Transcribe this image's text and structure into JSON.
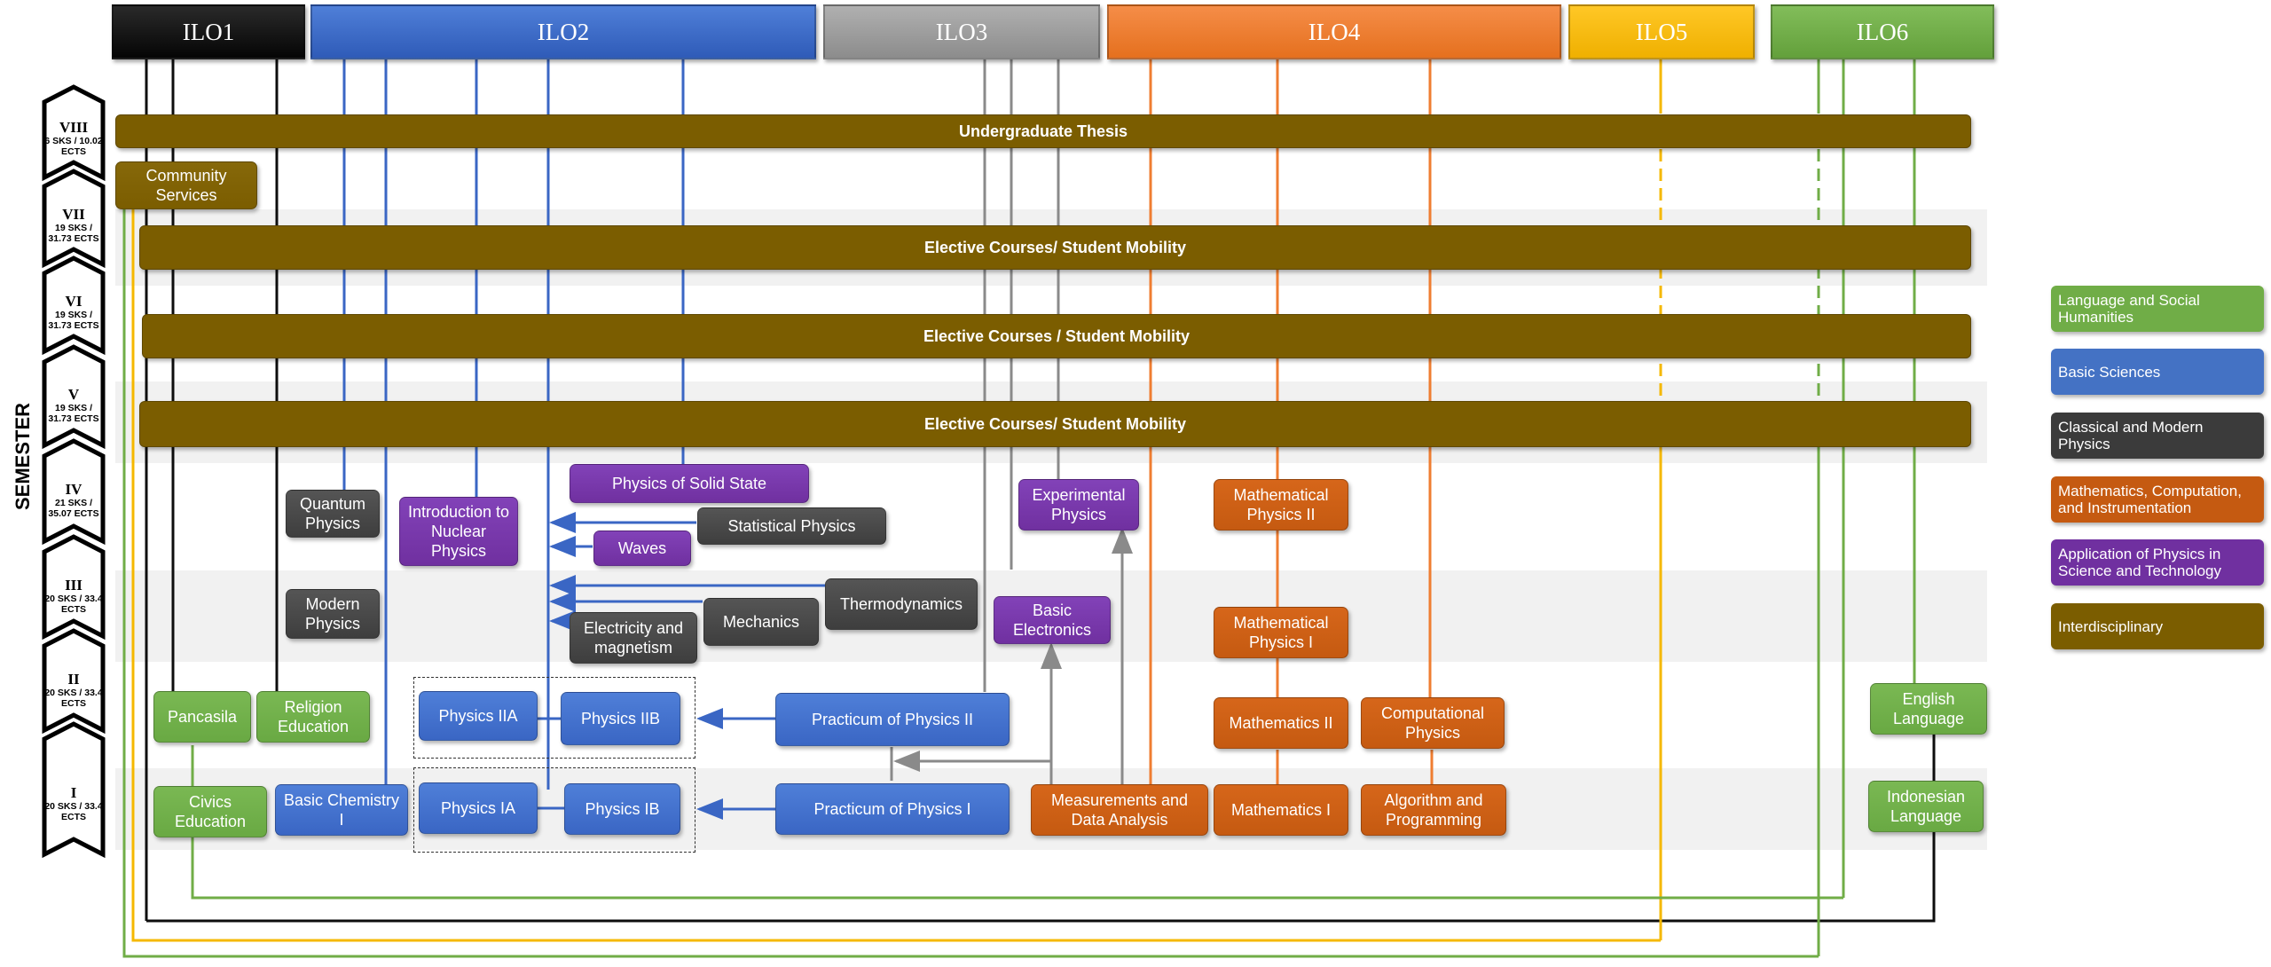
{
  "axis_label": "SEMESTER",
  "ilos": [
    {
      "label": "ILO1",
      "color": "#0d0d0d"
    },
    {
      "label": "ILO2",
      "color": "#3a66c4"
    },
    {
      "label": "ILO3",
      "color": "#9a9a9a"
    },
    {
      "label": "ILO4",
      "color": "#ef7d31"
    },
    {
      "label": "ILO5",
      "color": "#f5b800"
    },
    {
      "label": "ILO6",
      "color": "#70ad47"
    }
  ],
  "semesters": [
    {
      "num": "VIII",
      "credits": "6 SKS / 10.02 ECTS"
    },
    {
      "num": "VII",
      "credits": "19 SKS / 31.73 ECTS"
    },
    {
      "num": "VI",
      "credits": "19 SKS / 31.73 ECTS"
    },
    {
      "num": "V",
      "credits": "19 SKS / 31.73 ECTS"
    },
    {
      "num": "IV",
      "credits": "21 SKS / 35.07 ECTS"
    },
    {
      "num": "III",
      "credits": "20 SKS / 33.4 ECTS"
    },
    {
      "num": "II",
      "credits": "20 SKS / 33.4 ECTS"
    },
    {
      "num": "I",
      "credits": "20 SKS / 33.4 ECTS"
    }
  ],
  "bars": {
    "thesis": "Undergraduate Thesis",
    "elective_vii": "Elective Courses/ Student Mobility",
    "elective_vi": "Elective Courses / Student Mobility",
    "elective_v": "Elective Courses/ Student Mobility"
  },
  "courses": {
    "community_services": "Community Services",
    "quantum_physics": "Quantum Physics",
    "intro_nuclear": "Introduction to Nuclear Physics",
    "solid_state": "Physics of Solid State",
    "statistical_physics": "Statistical Physics",
    "waves": "Waves",
    "experimental_physics": "Experimental Physics",
    "math_physics_2": "Mathematical Physics II",
    "modern_physics": "Modern Physics",
    "thermodynamics": "Thermodynamics",
    "mechanics": "Mechanics",
    "electricity_magnetism": "Electricity and magnetism",
    "basic_electronics": "Basic Electronics",
    "math_physics_1": "Mathematical Physics I",
    "pancasila": "Pancasila",
    "religion": "Religion Education",
    "physics_2a": "Physics IIA",
    "physics_2b": "Physics IIB",
    "practicum_2": "Practicum of Physics II",
    "mathematics_2": "Mathematics II",
    "computational_physics": "Computational Physics",
    "english": "English Language",
    "civics": "Civics Education",
    "basic_chemistry": "Basic Chemistry I",
    "physics_1a": "Physics IA",
    "physics_1b": "Physics IB",
    "practicum_1": "Practicum of Physics I",
    "measurements": "Measurements and Data Analysis",
    "mathematics_1": "Mathematics I",
    "algorithm": "Algorithm and Programming",
    "indonesian": "Indonesian Language"
  },
  "legend": [
    {
      "label": "Language and Social Humanities",
      "color": "#70ad47"
    },
    {
      "label": "Basic Sciences",
      "color": "#4472c4"
    },
    {
      "label": "Classical and Modern Physics",
      "color": "#3b3b3b"
    },
    {
      "label": "Mathematics, Computation, and Instrumentation",
      "color": "#c55a11"
    },
    {
      "label": "Application of Physics in Science and Technology",
      "color": "#7030a0"
    },
    {
      "label": "Interdisciplinary",
      "color": "#7b5d00"
    }
  ]
}
